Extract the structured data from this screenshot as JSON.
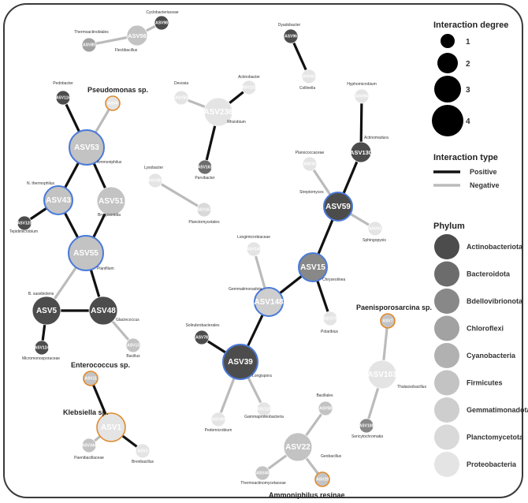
{
  "colors": {
    "positive_edge": "#111111",
    "negative_edge": "#bbbbbb",
    "highlight_blue": "#4a7ad9",
    "highlight_orange": "#e08a2c",
    "phylum": {
      "Actinobacteriota": "#4c4c4c",
      "Bacteroidota": "#6c6c6c",
      "Bdellovibrionota": "#888888",
      "Chloroflexi": "#a2a2a2",
      "Cyanobacteria": "#b1b1b1",
      "Firmicutes": "#c3c3c3",
      "Gemmatimonadota": "#cecece",
      "Planctomycetota": "#d9d9d9",
      "Proteobacteria": "#e4e4e4"
    }
  },
  "nodes": [
    {
      "id": "ASV56",
      "label": "ASV56",
      "phylum": "Firmicutes",
      "degree": 2
    },
    {
      "id": "ASV98",
      "label": "ASV98",
      "phylum": "Actinobacteriota",
      "degree": 1
    },
    {
      "id": "ASV85",
      "label": "ASV85",
      "phylum": "Chloroflexi",
      "degree": 1
    },
    {
      "id": "ASV96",
      "label": "ASV96",
      "phylum": "Actinobacteriota",
      "degree": 1
    },
    {
      "id": "ASV62",
      "label": "ASV62",
      "phylum": "Proteobacteria",
      "degree": 1
    },
    {
      "id": "ASV116",
      "label": "ASV116",
      "phylum": "Actinobacteriota",
      "degree": 1
    },
    {
      "id": "ASV4",
      "label": "ASV4",
      "phylum": "Proteobacteria",
      "degree": 1,
      "highlight": "orange"
    },
    {
      "id": "ASV53",
      "label": "ASV53",
      "phylum": "Firmicutes",
      "degree": 4,
      "highlight": "blue"
    },
    {
      "id": "ASV43",
      "label": "ASV43",
      "phylum": "Firmicutes",
      "degree": 3,
      "highlight": "blue"
    },
    {
      "id": "ASV51",
      "label": "ASV51",
      "phylum": "Firmicutes",
      "degree": 3
    },
    {
      "id": "ASV120",
      "label": "ASV120",
      "phylum": "Actinobacteriota",
      "degree": 1
    },
    {
      "id": "ASV55",
      "label": "ASV55",
      "phylum": "Firmicutes",
      "degree": 4,
      "highlight": "blue"
    },
    {
      "id": "ASV5",
      "label": "ASV5",
      "phylum": "Actinobacteriota",
      "degree": 3
    },
    {
      "id": "ASV48",
      "label": "ASV48",
      "phylum": "Actinobacteriota",
      "degree": 3
    },
    {
      "id": "ASV124",
      "label": "ASV124",
      "phylum": "Actinobacteriota",
      "degree": 1
    },
    {
      "id": "ASV13",
      "label": "ASV13",
      "phylum": "Firmicutes",
      "degree": 1
    },
    {
      "id": "ASV11",
      "label": "ASV11",
      "phylum": "Firmicutes",
      "degree": 1,
      "highlight": "orange"
    },
    {
      "id": "ASV1",
      "label": "ASV1",
      "phylum": "Proteobacteria",
      "degree": 3,
      "highlight": "orange"
    },
    {
      "id": "ASV2",
      "label": "ASV2",
      "phylum": "Proteobacteria",
      "degree": 1
    },
    {
      "id": "ASV344",
      "label": "ASV344",
      "phylum": "Firmicutes",
      "degree": 1
    },
    {
      "id": "ASV50",
      "label": "ASV50",
      "phylum": "Proteobacteria",
      "degree": 1
    },
    {
      "id": "ASV131",
      "label": "ASV131",
      "phylum": "Proteobacteria",
      "degree": 1
    },
    {
      "id": "ASV236",
      "label": "ASV236",
      "phylum": "Proteobacteria",
      "degree": 3
    },
    {
      "id": "ASV161",
      "label": "ASV161",
      "phylum": "Bacteroidota",
      "degree": 1
    },
    {
      "id": "ASV283",
      "label": "ASV283",
      "phylum": "Proteobacteria",
      "degree": 1
    },
    {
      "id": "ASV167",
      "label": "ASV167",
      "phylum": "Planctomycetota",
      "degree": 1
    },
    {
      "id": "ASV65",
      "label": "ASV65",
      "phylum": "Proteobacteria",
      "degree": 1
    },
    {
      "id": "ASV130",
      "label": "ASV130",
      "phylum": "Actinobacteriota",
      "degree": 2
    },
    {
      "id": "ASV10",
      "label": "ASV10",
      "phylum": "Proteobacteria",
      "degree": 1
    },
    {
      "id": "ASV59",
      "label": "ASV59",
      "phylum": "Actinobacteriota",
      "degree": 3,
      "highlight": "blue"
    },
    {
      "id": "ASV81",
      "label": "ASV81",
      "phylum": "Proteobacteria",
      "degree": 1
    },
    {
      "id": "ASV146",
      "label": "ASV146",
      "phylum": "Proteobacteria",
      "degree": 1
    },
    {
      "id": "ASV15",
      "label": "ASV15",
      "phylum": "Bdellovibrionota",
      "degree": 3,
      "highlight": "blue"
    },
    {
      "id": "ASV148",
      "label": "ASV148",
      "phylum": "Gemmatimonadota",
      "degree": 3,
      "highlight": "blue"
    },
    {
      "id": "ASV278",
      "label": "ASV278",
      "phylum": "Proteobacteria",
      "degree": 1
    },
    {
      "id": "ASV78",
      "label": "ASV78",
      "phylum": "Actinobacteriota",
      "degree": 1
    },
    {
      "id": "ASV39",
      "label": "ASV39",
      "phylum": "Actinobacteriota",
      "degree": 4,
      "highlight": "blue"
    },
    {
      "id": "ASV30",
      "label": "ASV30",
      "phylum": "Proteobacteria",
      "degree": 1
    },
    {
      "id": "ASV125",
      "label": "ASV125",
      "phylum": "Proteobacteria",
      "degree": 1
    },
    {
      "id": "ASV7",
      "label": "ASV7",
      "phylum": "Firmicutes",
      "degree": 1,
      "highlight": "orange"
    },
    {
      "id": "ASV103",
      "label": "ASV103",
      "phylum": "Proteobacteria",
      "degree": 3
    },
    {
      "id": "ASV108",
      "label": "ASV108",
      "phylum": "Bdellovibrionota",
      "degree": 1
    },
    {
      "id": "ASV58",
      "label": "ASV58",
      "phylum": "Firmicutes",
      "degree": 1
    },
    {
      "id": "ASV22",
      "label": "ASV22",
      "phylum": "Firmicutes",
      "degree": 3
    },
    {
      "id": "ASV44",
      "label": "ASV44",
      "phylum": "Firmicutes",
      "degree": 1
    },
    {
      "id": "ASV29",
      "label": "ASV29",
      "phylum": "Firmicutes",
      "degree": 1,
      "highlight": "orange"
    }
  ],
  "edges": [
    {
      "from": "ASV56",
      "to": "ASV98",
      "type": "negative"
    },
    {
      "from": "ASV56",
      "to": "ASV85",
      "type": "negative"
    },
    {
      "from": "ASV96",
      "to": "ASV62",
      "type": "positive"
    },
    {
      "from": "ASV116",
      "to": "ASV53",
      "type": "positive"
    },
    {
      "from": "ASV4",
      "to": "ASV53",
      "type": "negative"
    },
    {
      "from": "ASV53",
      "to": "ASV43",
      "type": "positive"
    },
    {
      "from": "ASV53",
      "to": "ASV51",
      "type": "positive"
    },
    {
      "from": "ASV43",
      "to": "ASV120",
      "type": "positive"
    },
    {
      "from": "ASV43",
      "to": "ASV55",
      "type": "positive"
    },
    {
      "from": "ASV51",
      "to": "ASV55",
      "type": "positive"
    },
    {
      "from": "ASV55",
      "to": "ASV5",
      "type": "negative"
    },
    {
      "from": "ASV55",
      "to": "ASV48",
      "type": "positive"
    },
    {
      "from": "ASV5",
      "to": "ASV48",
      "type": "positive"
    },
    {
      "from": "ASV5",
      "to": "ASV124",
      "type": "positive"
    },
    {
      "from": "ASV48",
      "to": "ASV13",
      "type": "negative"
    },
    {
      "from": "ASV11",
      "to": "ASV1",
      "type": "positive"
    },
    {
      "from": "ASV1",
      "to": "ASV2",
      "type": "positive"
    },
    {
      "from": "ASV1",
      "to": "ASV344",
      "type": "negative"
    },
    {
      "from": "ASV50",
      "to": "ASV236",
      "type": "negative"
    },
    {
      "from": "ASV131",
      "to": "ASV236",
      "type": "positive"
    },
    {
      "from": "ASV236",
      "to": "ASV161",
      "type": "positive"
    },
    {
      "from": "ASV283",
      "to": "ASV167",
      "type": "negative"
    },
    {
      "from": "ASV65",
      "to": "ASV130",
      "type": "positive"
    },
    {
      "from": "ASV130",
      "to": "ASV59",
      "type": "positive"
    },
    {
      "from": "ASV10",
      "to": "ASV59",
      "type": "negative"
    },
    {
      "from": "ASV59",
      "to": "ASV81",
      "type": "negative"
    },
    {
      "from": "ASV59",
      "to": "ASV15",
      "type": "positive"
    },
    {
      "from": "ASV146",
      "to": "ASV148",
      "type": "negative"
    },
    {
      "from": "ASV15",
      "to": "ASV148",
      "type": "positive"
    },
    {
      "from": "ASV15",
      "to": "ASV278",
      "type": "positive"
    },
    {
      "from": "ASV148",
      "to": "ASV39",
      "type": "positive"
    },
    {
      "from": "ASV78",
      "to": "ASV39",
      "type": "positive"
    },
    {
      "from": "ASV39",
      "to": "ASV30",
      "type": "negative"
    },
    {
      "from": "ASV39",
      "to": "ASV125",
      "type": "negative"
    },
    {
      "from": "ASV7",
      "to": "ASV103",
      "type": "negative"
    },
    {
      "from": "ASV103",
      "to": "ASV108",
      "type": "negative"
    },
    {
      "from": "ASV58",
      "to": "ASV22",
      "type": "negative"
    },
    {
      "from": "ASV22",
      "to": "ASV44",
      "type": "negative"
    },
    {
      "from": "ASV22",
      "to": "ASV29",
      "type": "negative"
    }
  ],
  "taxa_labels": [
    "Cyclobacteriaceae",
    "Thermoactinobiales",
    "Flectibacillus",
    "Dyadobacter",
    "Collinella",
    "Pedobacter",
    "Ammoniphilus",
    "N. thermophilus",
    "Bryopsonidia",
    "Tepidimicrobium",
    "Planifilum",
    "B. sasebiolens",
    "Glaciecoccus",
    "Micromonosporaceae",
    "Bacillus",
    "Brevibacillus",
    "Paenibacillaceae",
    "Devosia",
    "Actinobacter",
    "Rhizobium",
    "Parvibacter",
    "Lysobacter",
    "Planctomycetales",
    "Hyphomicrobium",
    "Actinomadura",
    "Planococcaceae",
    "Streptomyces",
    "Sphingopyxis",
    "Longimicrobiaceae",
    "Gemmatimonadota",
    "Chryseolinea",
    "Polaribius",
    "Solirubrobacterales",
    "Longispora",
    "Pedomicrobium",
    "Gammaproteobacteria",
    "Thalassobacillus",
    "Sericytochromatia",
    "Bacillales",
    "Thermoactinomycetaceae",
    "Geobacillus"
  ],
  "species_labels": [
    "Pseudomonas sp.",
    "Enterococcus sp.",
    "Klebsiella sp.",
    "Paenisporosarcina sp.",
    "Ammoniphilus resinae"
  ],
  "legend": {
    "degree_title": "Interaction degree",
    "degree_items": [
      "1",
      "2",
      "3",
      "4"
    ],
    "type_title": "Interaction type",
    "positive_label": "Positive",
    "negative_label": "Negative",
    "phylum_title": "Phylum",
    "phyla": [
      "Actinobacteriota",
      "Bacteroidota",
      "Bdellovibrionota",
      "Chloroflexi",
      "Cyanobacteria",
      "Firmicutes",
      "Gemmatimonadota",
      "Planctomycetota",
      "Proteobacteria"
    ]
  }
}
